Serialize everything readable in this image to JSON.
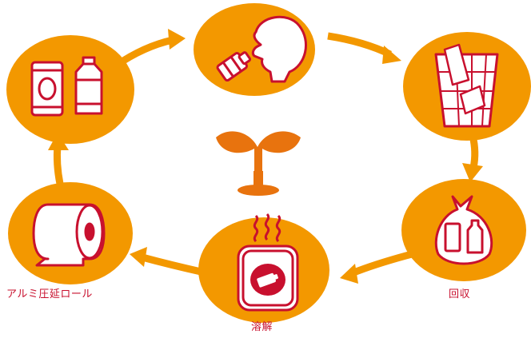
{
  "labels": {
    "recovery": "回収",
    "melting": "溶解",
    "rolling": "アルミ圧延ロール"
  },
  "colors": {
    "orange": "#F39800",
    "sprout": "#E8730E",
    "red": "#C8102E",
    "text": "#C8102E",
    "white": "#FFFFFF"
  },
  "stages": [
    {
      "icon": "can-and-bottle-icon"
    },
    {
      "icon": "drinking-person-icon"
    },
    {
      "icon": "trash-bin-icon"
    },
    {
      "icon": "garbage-bag-icon"
    },
    {
      "icon": "melting-pot-icon"
    },
    {
      "icon": "aluminum-roll-icon"
    }
  ],
  "center_icon": "sprout-icon"
}
